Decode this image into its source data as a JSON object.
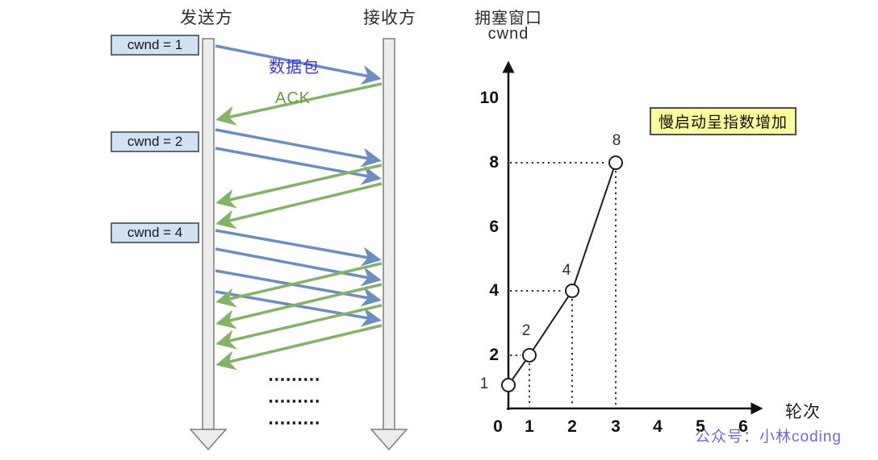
{
  "sequence": {
    "sender": "发送方",
    "receiver": "接收方",
    "cwnd_boxes": [
      "cwnd = 1",
      "cwnd = 2",
      "cwnd = 4"
    ],
    "data_packet_label": "数据包",
    "ack_label": "ACK"
  },
  "chart_data": {
    "type": "line",
    "title_line1": "拥塞窗口",
    "title_line2": "cwnd",
    "xlabel": "轮次",
    "ylabel": "拥塞窗口 cwnd",
    "x": [
      0,
      1,
      2,
      3
    ],
    "values": [
      1,
      2,
      4,
      8
    ],
    "point_labels": [
      "1",
      "2",
      "4",
      "8"
    ],
    "yticks": [
      "10",
      "8",
      "6",
      "4",
      "2"
    ],
    "xticks": [
      "0",
      "1",
      "2",
      "3",
      "4",
      "5",
      "6"
    ],
    "xlim": [
      0,
      6.5
    ],
    "ylim": [
      0,
      11
    ],
    "grid": "dotted guides from axes to each data point",
    "legend_position": "none",
    "marker": "open-circle",
    "annotation": "慢启动呈指数增加"
  },
  "watermark": "公众号：小林coding",
  "colors": {
    "packet_arrow": "#6c8ebf",
    "ack_arrow": "#82b366",
    "packet_text": "#3a35d1",
    "ack_text": "#5f9e3d",
    "cwnd_box_bg": "#cfe2f3",
    "cwnd_box_border": "#5b6b7c",
    "lifeline_fill": "#ececec",
    "annotation_bg": "#fcfc9c",
    "watermark_text": "#6b6bdf"
  }
}
